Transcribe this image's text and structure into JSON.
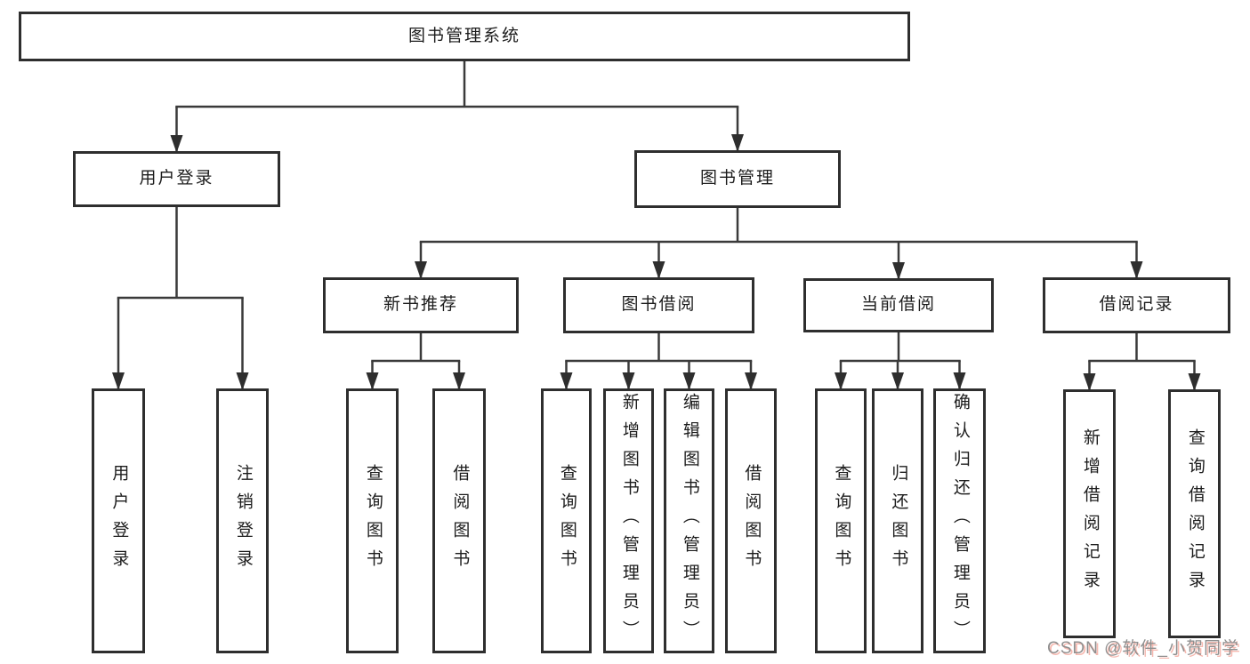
{
  "diagram": {
    "root_label": "图书管理系统",
    "nodes": [
      {
        "id": "root",
        "label": "图书管理系统",
        "level": 1,
        "parent": null,
        "vertical": false
      },
      {
        "id": "user-login",
        "label": "用户登录",
        "level": 2,
        "parent": "root",
        "vertical": false
      },
      {
        "id": "book-mgmt",
        "label": "图书管理",
        "level": 2,
        "parent": "root",
        "vertical": false
      },
      {
        "id": "new-book-recommend",
        "label": "新书推荐",
        "level": 3,
        "parent": "book-mgmt",
        "vertical": false
      },
      {
        "id": "book-borrow",
        "label": "图书借阅",
        "level": 3,
        "parent": "book-mgmt",
        "vertical": false
      },
      {
        "id": "current-borrow",
        "label": "当前借阅",
        "level": 3,
        "parent": "book-mgmt",
        "vertical": false
      },
      {
        "id": "borrow-record",
        "label": "借阅记录",
        "level": 3,
        "parent": "book-mgmt",
        "vertical": false
      },
      {
        "id": "leaf-user-login",
        "label": "用户登录",
        "level": 4,
        "parent": "user-login",
        "vertical": true
      },
      {
        "id": "leaf-logout",
        "label": "注销登录",
        "level": 4,
        "parent": "user-login",
        "vertical": true
      },
      {
        "id": "leaf-query-book-1",
        "label": "查询图书",
        "level": 4,
        "parent": "new-book-recommend",
        "vertical": true
      },
      {
        "id": "leaf-borrow-book-1",
        "label": "借阅图书",
        "level": 4,
        "parent": "new-book-recommend",
        "vertical": true
      },
      {
        "id": "leaf-query-book-2",
        "label": "查询图书",
        "level": 4,
        "parent": "book-borrow",
        "vertical": true
      },
      {
        "id": "leaf-add-book",
        "label": "新增图书（管理员）",
        "level": 4,
        "parent": "book-borrow",
        "vertical": true
      },
      {
        "id": "leaf-edit-book",
        "label": "编辑图书（管理员）",
        "level": 4,
        "parent": "book-borrow",
        "vertical": true
      },
      {
        "id": "leaf-borrow-book-2",
        "label": "借阅图书",
        "level": 4,
        "parent": "book-borrow",
        "vertical": true
      },
      {
        "id": "leaf-query-book-3",
        "label": "查询图书",
        "level": 4,
        "parent": "current-borrow",
        "vertical": true
      },
      {
        "id": "leaf-return-book",
        "label": "归还图书",
        "level": 4,
        "parent": "current-borrow",
        "vertical": true
      },
      {
        "id": "leaf-confirm-return",
        "label": "确认归还（管理员）",
        "level": 4,
        "parent": "current-borrow",
        "vertical": true
      },
      {
        "id": "leaf-add-record",
        "label": "新增借阅记录",
        "level": 4,
        "parent": "borrow-record",
        "vertical": true
      },
      {
        "id": "leaf-query-record",
        "label": "查询借阅记录",
        "level": 4,
        "parent": "borrow-record",
        "vertical": true
      }
    ]
  },
  "watermark": {
    "text": "CSDN @软件_小贺同学"
  },
  "colors": {
    "line": "#3a3a3a",
    "arrow": "#2e2e2e",
    "box_border": "#2e2e2e",
    "text": "#1c1c1c",
    "watermark_text": "#8f8f8f",
    "watermark_shadow": "#eb6450",
    "background": "#ffffff"
  }
}
